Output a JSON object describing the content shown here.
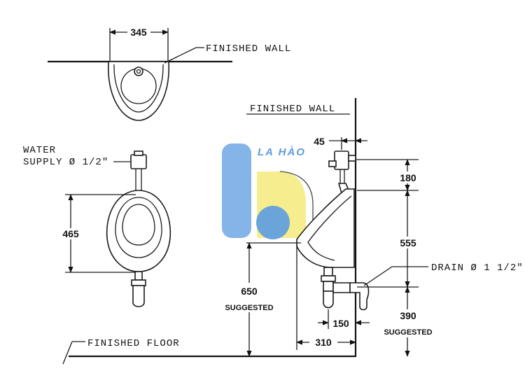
{
  "labels": {
    "finished_wall_top": "FINISHED WALL",
    "finished_wall_side": "FINISHED WALL",
    "finished_floor": "FINISHED FLOOR",
    "water_supply_line1": "WATER",
    "water_supply_line2": "SUPPLY Ø 1/2\"",
    "drain": "DRAIN Ø 1 1/2\""
  },
  "dimensions": {
    "width_top": "345",
    "height_front": "465",
    "supply_offset": "45",
    "top_to_supply": "180",
    "body_height": "555",
    "rim_height": "650",
    "rim_note": "SUGGESTED",
    "drain_height": "390",
    "drain_note": "SUGGESTED",
    "drain_projection": "150",
    "total_projection": "310"
  },
  "watermark": {
    "text": "LA HÀO",
    "colors": {
      "blue": "#5b9be0",
      "yellow": "#f3ea7a"
    }
  }
}
